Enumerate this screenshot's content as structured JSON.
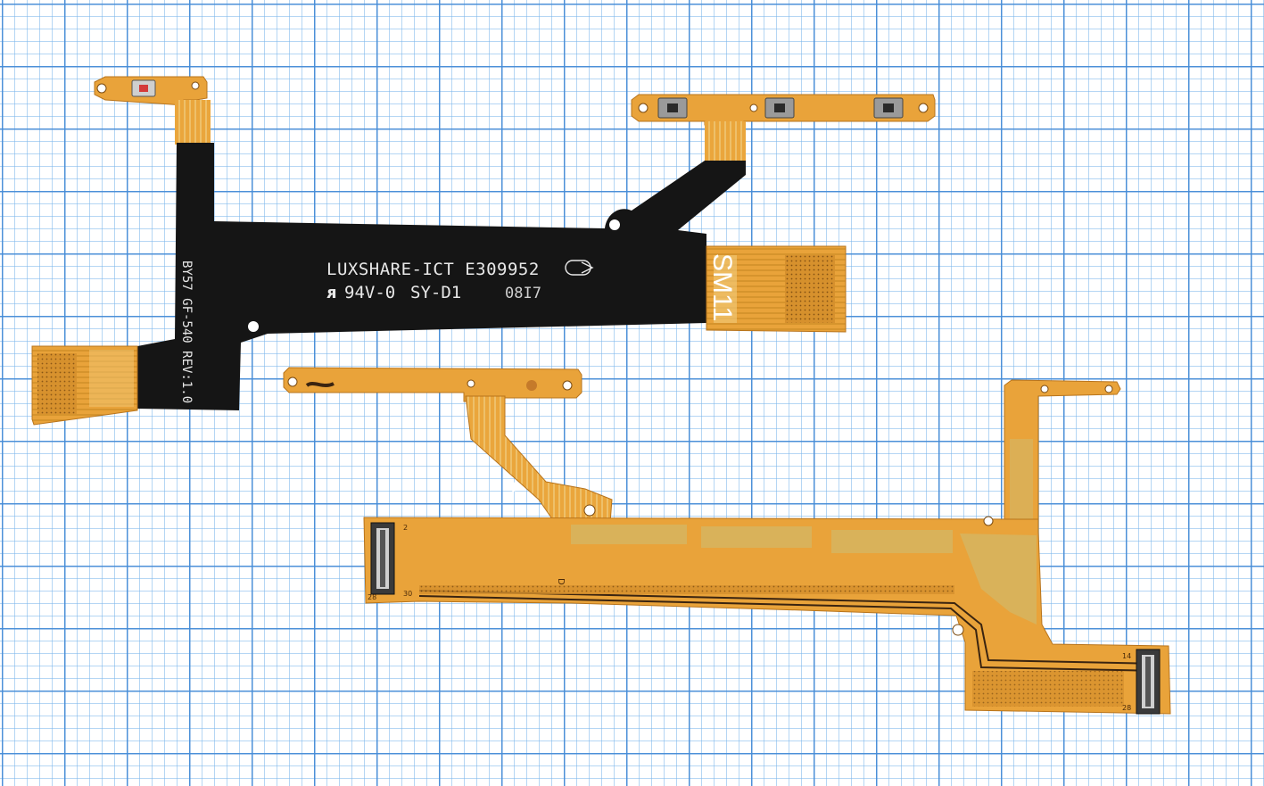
{
  "photo": {
    "description_free": true,
    "colors": {
      "grid_major": "#468cd7",
      "grid_minor": "#78b4eb",
      "flex_black": "#151515",
      "flex_copper": "#e8a236",
      "flex_copper_dark": "#b8741c",
      "gold_pad": "#d9b25a",
      "silkscreen": "#e8e8e8"
    }
  },
  "black_cable": {
    "line1": "LUXSHARE-ICT E309952",
    "line2_a": "94V-0",
    "line2_b": "SY-D1",
    "line2_c": "08I7",
    "model": "BY57 GF-540 REV:1.0",
    "tail_label": "SM11"
  },
  "copper_cable": {
    "pin_left_top": "2",
    "pin_left_bottom": "30",
    "pin_left_corner": "28",
    "marker": "D",
    "pin_right_top": "14",
    "pin_right_bottom": "28"
  }
}
